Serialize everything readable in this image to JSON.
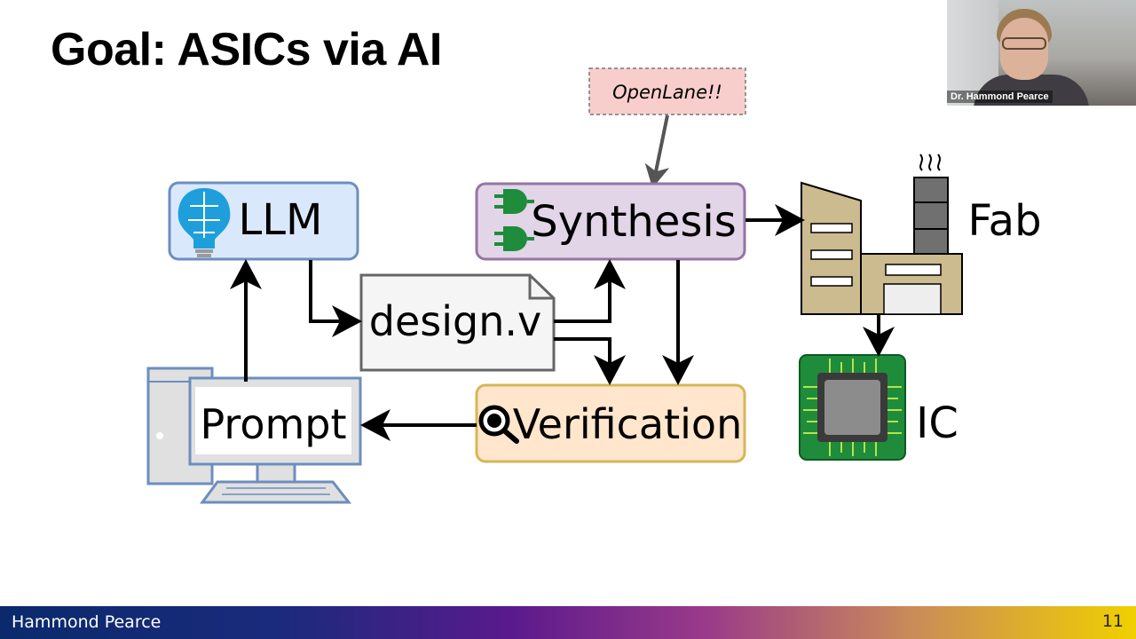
{
  "slide": {
    "title": "Goal: ASICs via AI",
    "footer_presenter": "Hammond Pearce",
    "page_number": "11"
  },
  "video": {
    "participant_name": "Dr. Hammond Pearce"
  },
  "diagram": {
    "annotation": "OpenLane!!",
    "nodes": {
      "llm": "LLM",
      "synthesis": "Synthesis",
      "design_file": "design.v",
      "verification": "Verification",
      "prompt": "Prompt",
      "fab": "Fab",
      "ic": "IC"
    },
    "icons": [
      "lightbulb-brain-icon",
      "logic-gates-icon",
      "magnifier-icon",
      "computer-icon",
      "factory-icon",
      "chip-icon"
    ],
    "colors": {
      "llm_fill": "#dae8fc",
      "llm_stroke": "#6c8ebf",
      "synthesis_fill": "#e1d5e7",
      "synthesis_stroke": "#9673a6",
      "verification_fill": "#ffe6cc",
      "verification_stroke": "#d6b656",
      "annotation_fill": "#f8cecc",
      "chip_green": "#1f8c3b"
    }
  }
}
